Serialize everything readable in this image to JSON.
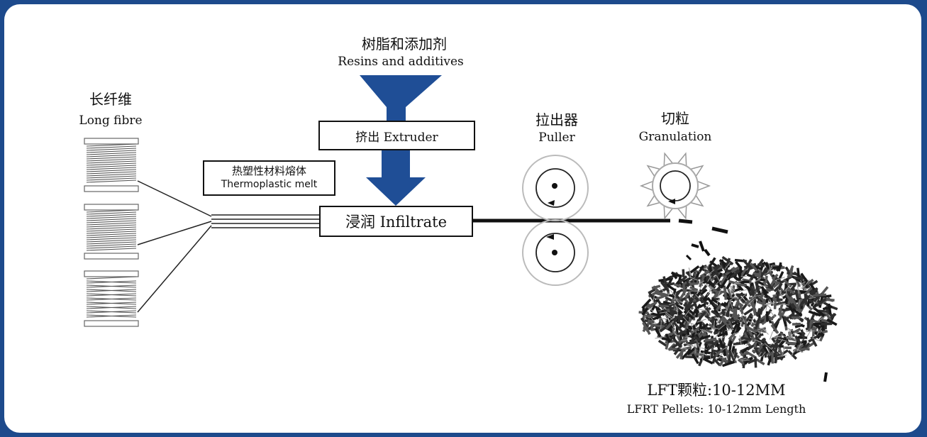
{
  "resin": {
    "cn": "树脂和添加剂",
    "en": "Resins and additives"
  },
  "fibre": {
    "cn": "长纤维",
    "en": "Long fibre"
  },
  "extruder": {
    "label": "挤出 Extruder"
  },
  "melt": {
    "cn": "热塑性材料熔体",
    "en": "Thermoplastic melt"
  },
  "infiltrate": {
    "label": "浸润  Infiltrate"
  },
  "puller": {
    "cn": "拉出器",
    "en": "Puller"
  },
  "granulation": {
    "cn": "切粒",
    "en": "Granulation"
  },
  "pellets": {
    "cn": "LFT颗粒:10-12MM",
    "en": "LFRT Pellets: 10-12mm Length"
  },
  "colors": {
    "background": "#1d4a8c",
    "funnel": "#1f4e96",
    "panel": "#ffffff"
  }
}
